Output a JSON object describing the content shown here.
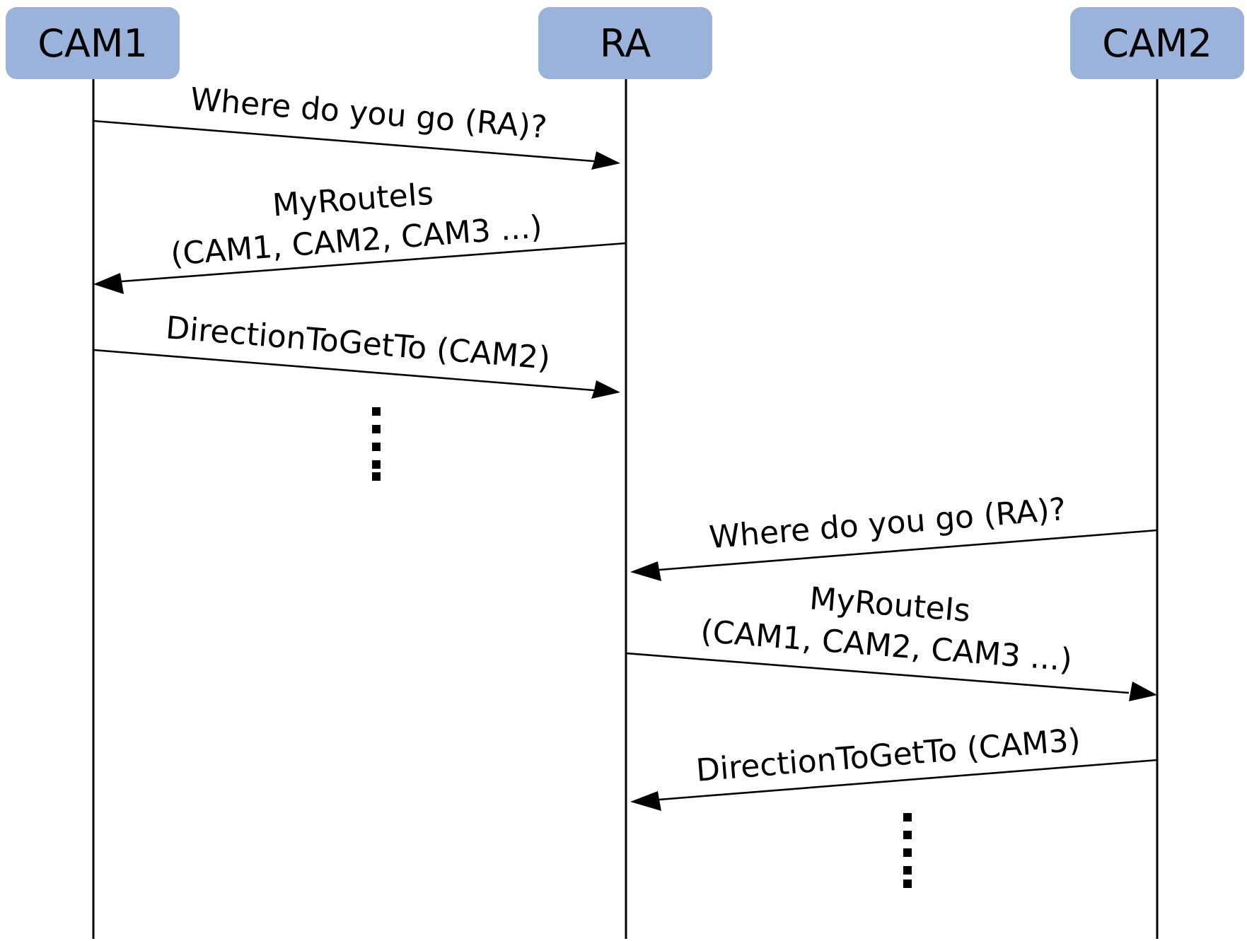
{
  "actors": [
    {
      "id": "cam1",
      "label": "CAM1"
    },
    {
      "id": "ra",
      "label": "RA"
    },
    {
      "id": "cam2",
      "label": "CAM2"
    }
  ],
  "messages": [
    {
      "from": "cam1",
      "to": "ra",
      "lines": [
        "Where do you go (RA)?"
      ]
    },
    {
      "from": "ra",
      "to": "cam1",
      "lines": [
        "MyRouteIs",
        "(CAM1, CAM2, CAM3 ...)"
      ]
    },
    {
      "from": "cam1",
      "to": "ra",
      "lines": [
        "DirectionToGetTo (CAM2)"
      ]
    },
    {
      "from": "cam2",
      "to": "ra",
      "lines": [
        "Where do you go (RA)?"
      ]
    },
    {
      "from": "ra",
      "to": "cam2",
      "lines": [
        "MyRouteIs",
        "(CAM1, CAM2, CAM3 ...)"
      ]
    },
    {
      "from": "cam2",
      "to": "ra",
      "lines": [
        "DirectionToGetTo (CAM3)"
      ]
    }
  ],
  "colors": {
    "actor_fill": "#9bb2da",
    "line": "#000000"
  }
}
